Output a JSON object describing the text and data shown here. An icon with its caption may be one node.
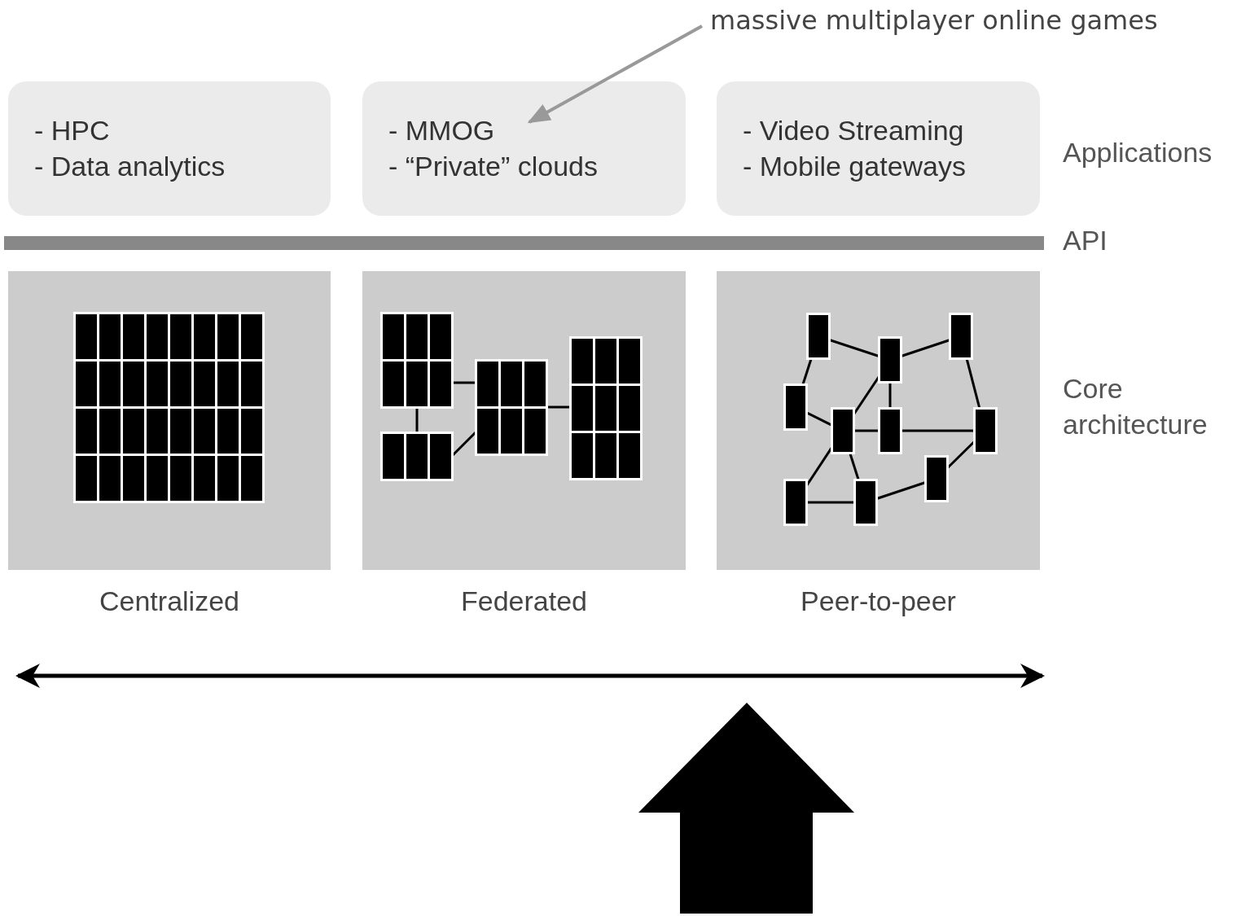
{
  "diagram": {
    "nodes": [
      {
        "text": [
          "- HPC",
          "- Data analytics"
        ]
      },
      {
        "text": [
          "- MMOG",
          "- “Private” clouds"
        ]
      },
      {
        "text": [
          "- Video Streaming",
          "- Mobile gateways"
        ]
      },
      {
        "text": [
          "massive multiplayer online games"
        ]
      },
      {
        "text": [
          "Centralized"
        ]
      },
      {
        "text": [
          "Federated"
        ]
      },
      {
        "text": [
          "Peer-to-peer"
        ]
      },
      {
        "text": [],
        "shape": "bar"
      }
    ],
    "edges": [
      {
        "from": 3,
        "to": 1,
        "arrow": "to"
      }
    ],
    "labels": [
      "Applications",
      "API",
      "Core architecture"
    ]
  }
}
